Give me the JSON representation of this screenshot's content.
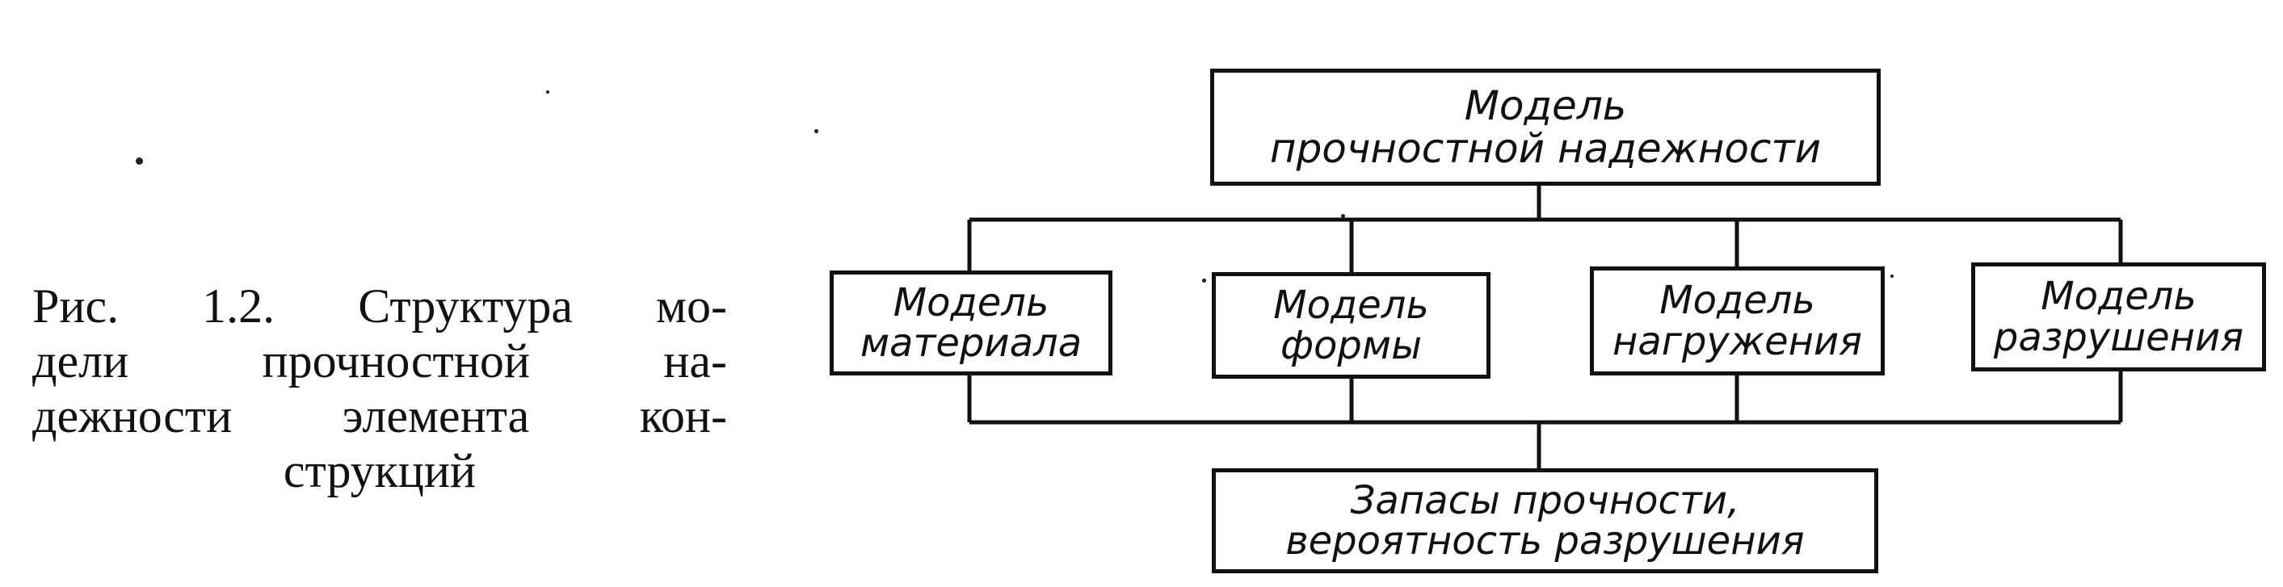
{
  "caption": {
    "lines": [
      "Рис. 1.2. Структура мо-",
      "дели прочностной на-",
      "дежности элемента кон-",
      "струкций"
    ]
  },
  "diagram": {
    "top": {
      "line1": "Модель",
      "line2": "прочностной надежности"
    },
    "middle": [
      {
        "line1": "Модель",
        "line2": "материала"
      },
      {
        "line1": "Модель",
        "line2": "формы"
      },
      {
        "line1": "Модель",
        "line2": "нагружения"
      },
      {
        "line1": "Модель",
        "line2": "разрушения"
      }
    ],
    "bottom": {
      "line1": "Запасы прочности,",
      "line2": "вероятность разрушения"
    }
  }
}
